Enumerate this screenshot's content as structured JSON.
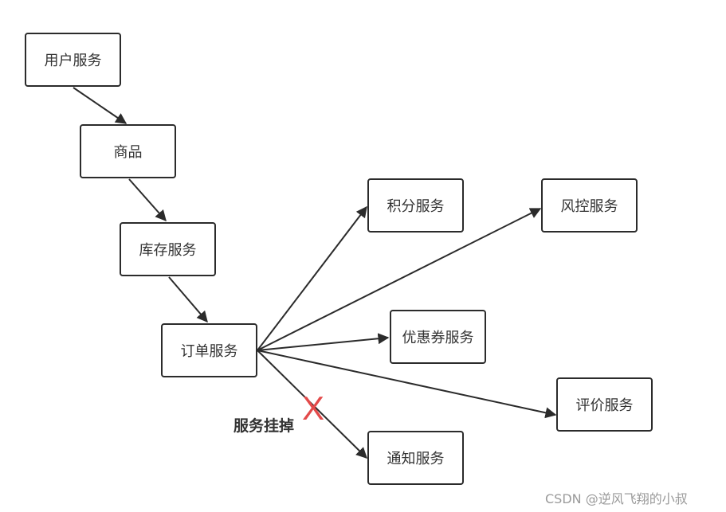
{
  "nodes": {
    "user": "用户服务",
    "goods": "商品",
    "stock": "库存服务",
    "order": "订单服务",
    "points": "积分服务",
    "risk": "风控服务",
    "coupon": "优惠券服务",
    "review": "评价服务",
    "notify": "通知服务"
  },
  "annotation": {
    "label": "服务挂掉",
    "mark": "X",
    "mark_color": "#e34a4a"
  },
  "watermark": "CSDN @逆风飞翔的小叔"
}
